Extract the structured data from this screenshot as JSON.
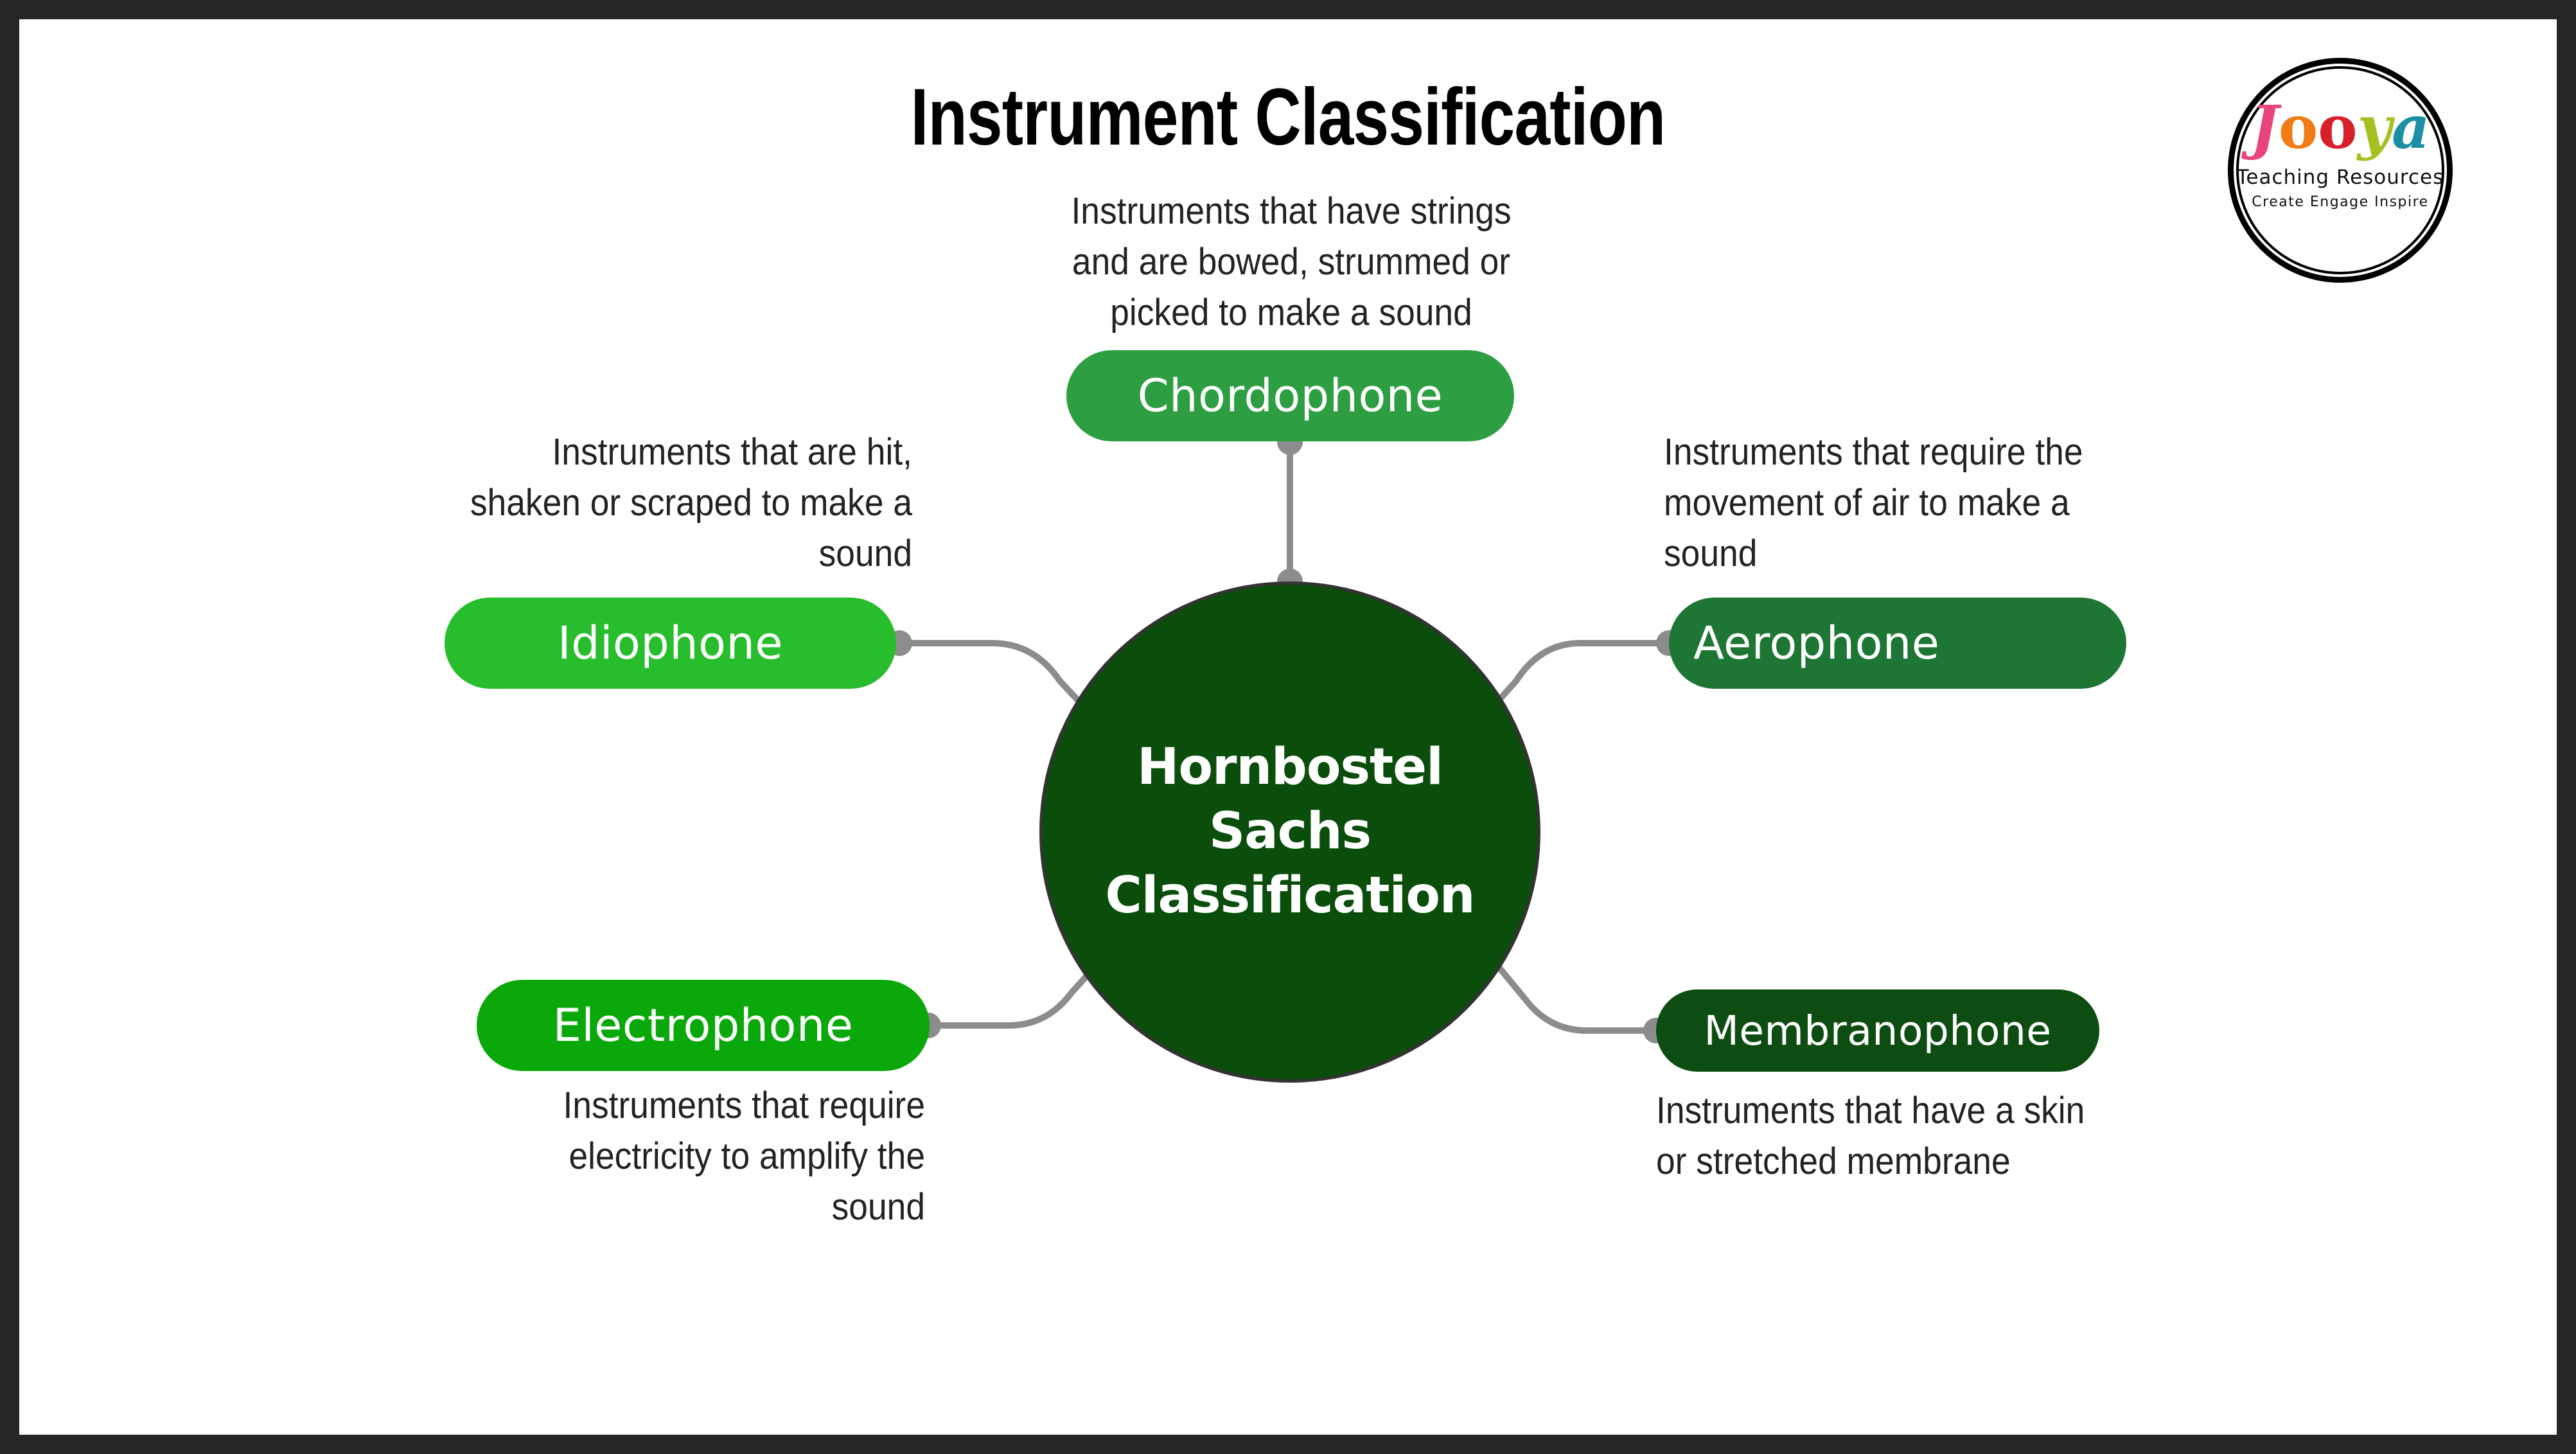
{
  "page": {
    "title": "Instrument Classification",
    "frame_color": "#262626",
    "background": "#ffffff"
  },
  "logo": {
    "name": "Jooya",
    "letters": {
      "j": "J",
      "o1": "o",
      "o2": "o",
      "y": "y",
      "a": "a"
    },
    "tagline_1": "Teaching Resources",
    "tagline_2": "Create  Engage  Inspire",
    "colors": {
      "j": "#e8457c",
      "o1": "#f07c16",
      "o2": "#d71f28",
      "y": "#a8bf21",
      "a": "#1b8fa3",
      "ring": "#000000"
    }
  },
  "hub": {
    "label": "Hornbostel\nSachs\nClassification",
    "fill": "#0b4d0b",
    "stroke": "#333333",
    "text_color": "#ffffff"
  },
  "connector": {
    "color": "#8c8c8c",
    "dot_color": "#8c8c8c",
    "width": 10
  },
  "branches": [
    {
      "id": "chordophone",
      "label": "Chordophone",
      "color": "#2e9e42",
      "description": "Instruments that have strings\nand are bowed, strummed or\npicked to make a sound",
      "description_align": "center",
      "position": "top"
    },
    {
      "id": "idiophone",
      "label": "Idiophone",
      "color": "#28bd2c",
      "description": "Instruments that are hit,\nshaken or scraped to make a\nsound",
      "description_align": "right",
      "position": "left-upper"
    },
    {
      "id": "aerophone",
      "label": "Aerophone",
      "color": "#1e7634",
      "description": "Instruments that require the\nmovement of air to make a\nsound",
      "description_align": "left",
      "position": "right-upper"
    },
    {
      "id": "electrophone",
      "label": "Electrophone",
      "color": "#0aa80a",
      "description": "Instruments that require\nelectricity to amplify the\nsound",
      "description_align": "right",
      "position": "left-lower"
    },
    {
      "id": "membranophone",
      "label": "Membranophone",
      "color": "#0d4d12",
      "description": "Instruments that have a skin\nor stretched membrane",
      "description_align": "left",
      "position": "right-lower"
    }
  ]
}
